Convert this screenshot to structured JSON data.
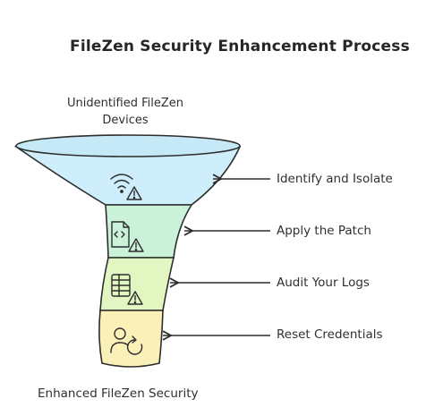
{
  "diagram": {
    "title": "FileZen Security Enhancement Process",
    "input_label": "Unidentified FileZen Devices",
    "output_label": "Enhanced FileZen Security",
    "stages": [
      {
        "label": "Identify and Isolate",
        "icon": "wifi-warning-icon",
        "fill": "#cdeefa"
      },
      {
        "label": "Apply the Patch",
        "icon": "code-file-warning-icon",
        "fill": "#c9f2d8"
      },
      {
        "label": "Audit Your Logs",
        "icon": "log-table-warning-icon",
        "fill": "#e2f6c2"
      },
      {
        "label": "Reset Credentials",
        "icon": "user-reset-icon",
        "fill": "#fbf0b8"
      }
    ],
    "colors": {
      "stroke": "#2d2d2d",
      "rim": "#c6e9f7"
    }
  }
}
